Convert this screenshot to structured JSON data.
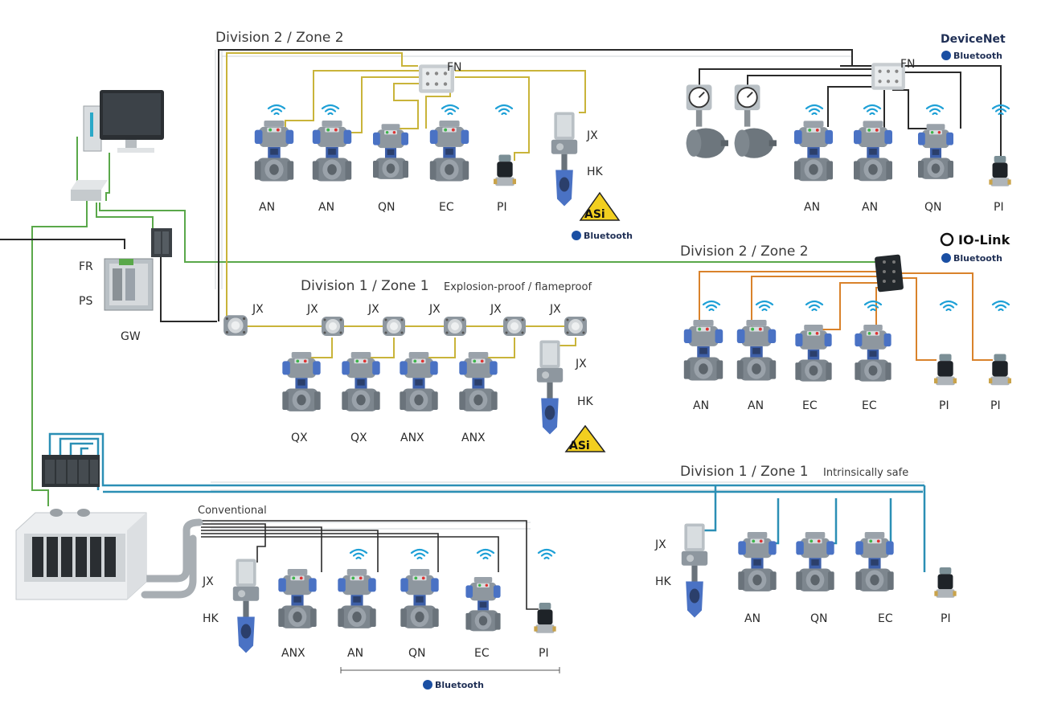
{
  "colors": {
    "green_network": "#5aa84a",
    "black_cable": "#2a2a2a",
    "yellow_asi": "#c9b43a",
    "orange_iolink": "#d9822b",
    "blue_is": "#2b8fb5",
    "valve_blue": "#4a72c4",
    "wifi_blue": "#1ea0d6"
  },
  "zones": {
    "div2_top": "Division 2 / Zone 2",
    "div2_right": "Division 2 / Zone 2",
    "div1_mid": "Division 1 / Zone 1",
    "div1_mid_note": "Explosion-proof / flameproof",
    "div1_bottom": "Division 1 / Zone 1",
    "div1_bottom_note": "Intrinsically safe",
    "conventional": "Conventional"
  },
  "protocols": {
    "devicenet": "DeviceNet",
    "iolink": "IO-Link",
    "bluetooth": "Bluetooth"
  },
  "control": {
    "fr": "FR",
    "ps": "PS",
    "gw": "GW"
  },
  "top_left": {
    "fn": "FN",
    "labels": [
      "AN",
      "AN",
      "QN",
      "EC",
      "PI"
    ],
    "jx": "JX",
    "hk": "HK"
  },
  "top_right": {
    "fn": "FN",
    "labels": [
      "AN",
      "AN",
      "QN",
      "PI"
    ]
  },
  "middle": {
    "jx_main": "JX",
    "jx_row": [
      "JX",
      "JX",
      "JX",
      "JX",
      "JX"
    ],
    "labels": [
      "QX",
      "QX",
      "ANX",
      "ANX"
    ],
    "jx_side": "JX",
    "hk": "HK"
  },
  "right_mid": {
    "labels": [
      "AN",
      "AN",
      "EC",
      "EC",
      "PI",
      "PI"
    ]
  },
  "bottom_left": {
    "jx": "JX",
    "hk": "HK",
    "labels": [
      "ANX",
      "AN",
      "QN",
      "EC",
      "PI"
    ]
  },
  "bottom_right": {
    "jx": "JX",
    "hk": "HK",
    "labels": [
      "AN",
      "QN",
      "EC",
      "PI"
    ]
  },
  "icons": {
    "wifi": "wifi-icon",
    "bluetooth": "bluetooth-icon",
    "asi_logo": "asi-logo-icon",
    "iolink_logo": "iolink-logo-icon",
    "devicenet_logo": "devicenet-logo-icon"
  }
}
